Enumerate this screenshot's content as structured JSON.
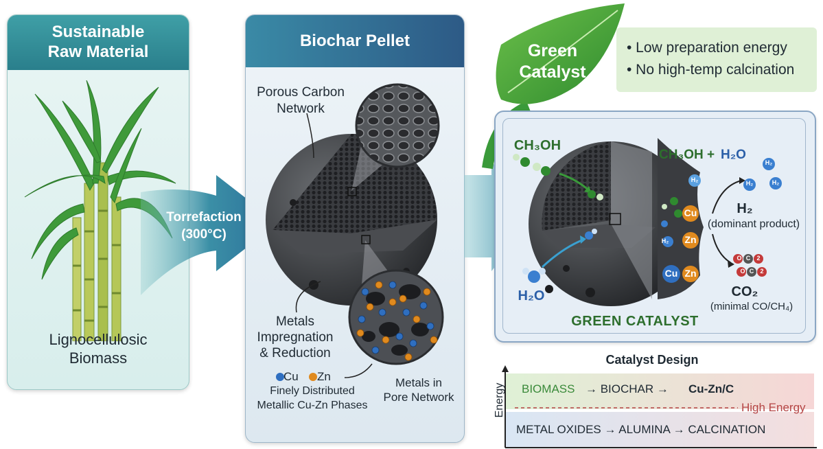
{
  "panel_raw": {
    "title_line1": "Sustainable",
    "title_line2": "Raw Material",
    "caption_line1": "Lignocellulosic",
    "caption_line2": "Biomass"
  },
  "arrow_torrefaction": {
    "line1": "Torrefaction",
    "line2": "(300°C)"
  },
  "panel_biochar": {
    "title": "Biochar Pellet",
    "porous_line1": "Porous Carbon",
    "porous_line2": "Network",
    "metals_line1": "Metals",
    "metals_line2": "Impregnation",
    "metals_line3": "& Reduction",
    "legend_cu": "Cu",
    "legend_zn": "Zn",
    "phases_line1": "Finely Distributed",
    "phases_line2": "Metallic Cu-Zn Phases",
    "pore_line1": "Metals in",
    "pore_line2": "Pore Network"
  },
  "green_catalyst_leaf": {
    "line1": "Green",
    "line2": "Catalyst"
  },
  "benefits": [
    "• Low preparation energy",
    "• No high-temp calcination"
  ],
  "reaction": {
    "methanol": "CH₃OH",
    "water": "H₂O",
    "reactants_a": "CH₃OH +",
    "reactants_b": "H₂O",
    "h2_label": "H₂",
    "h2_sub": "(dominant product)",
    "co2_label": "CO₂",
    "co2_sub": "(minimal CO/CH₄)",
    "cu": "Cu",
    "zn": "Zn",
    "mol_h2": "H₂",
    "mol_o": "O",
    "mol_c": "C",
    "mol_2": "2",
    "footer": "GREEN CATALYST"
  },
  "catalyst_design": {
    "title": "Catalyst Design",
    "axis_label": "Energy",
    "low_route_a": "BIOMASS",
    "low_route_b": "→ BIOCHAR →",
    "low_route_c": "Cu-Zn/C",
    "threshold": "High Energy",
    "high_route": "METAL OXIDES → ALUMINA → CALCINATION"
  },
  "colors": {
    "teal_header": "#2a8a9a",
    "navy_header": "#2d5a86",
    "leaf_green": "#3a9a3a",
    "copper_blue": "#2f6fc0",
    "zinc_orange": "#e08a1e",
    "dark_green_text": "#2d6e2d"
  }
}
